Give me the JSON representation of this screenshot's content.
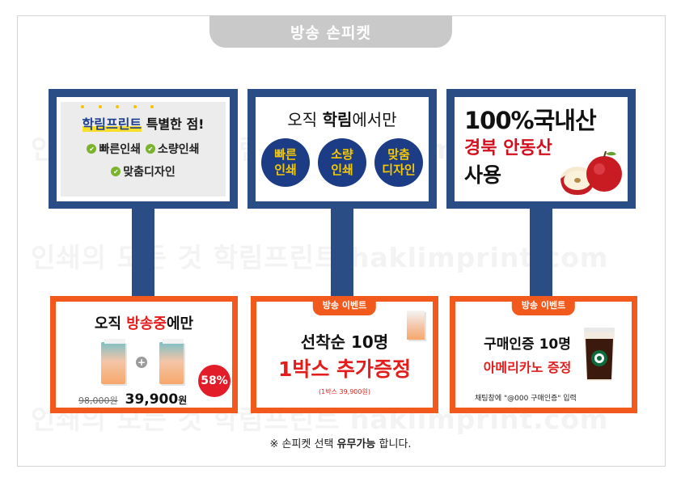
{
  "header": {
    "title": "방송 손피켓"
  },
  "watermark": "인쇄의 모든 것 학림프린트 haklimprint.com",
  "board1": {
    "brand": "학림프린트",
    "head_rest": " 특별한 점!",
    "features_row1": [
      "빠른인쇄",
      "소량인쇄"
    ],
    "features_row2": [
      "맞춤디자인"
    ]
  },
  "board2": {
    "head_pre": "오직 ",
    "head_bold": "학림",
    "head_post": "에서만",
    "circles": [
      {
        "line1": "빠른",
        "line2": "인쇄"
      },
      {
        "line1": "소량",
        "line2": "인쇄"
      },
      {
        "line1": "맞춤",
        "line2": "디자인"
      }
    ]
  },
  "board3": {
    "line1": "100%국내산",
    "line2": "경북 안동산",
    "line3": "사용",
    "icon": "apple-icon"
  },
  "card1": {
    "head_pre": "오직 ",
    "head_red": "방송중",
    "head_post": "에만",
    "plus": "+",
    "discount": "58%",
    "old_price": "98,000원",
    "new_price": "39,900",
    "new_unit": "원"
  },
  "card2": {
    "tag": "방송 이벤트",
    "line1": "선착순 10명",
    "line2": "1박스 추가증정",
    "note": "(1박스 39,900원)"
  },
  "card3": {
    "tag": "방송 이벤트",
    "line1": "구매인증 10명",
    "line2": "아메리카노 증정",
    "note": "채팅창에 \"@000 구매인증\" 입력",
    "icon": "iced-coffee-icon"
  },
  "footer": {
    "pre": "※ 손피켓 선택 ",
    "bold": "유무가능",
    "post": " 합니다."
  },
  "colors": {
    "navy": "#2a4d86",
    "orange": "#f15a1c",
    "red": "#e31c1c",
    "yellow": "#f6c800"
  }
}
